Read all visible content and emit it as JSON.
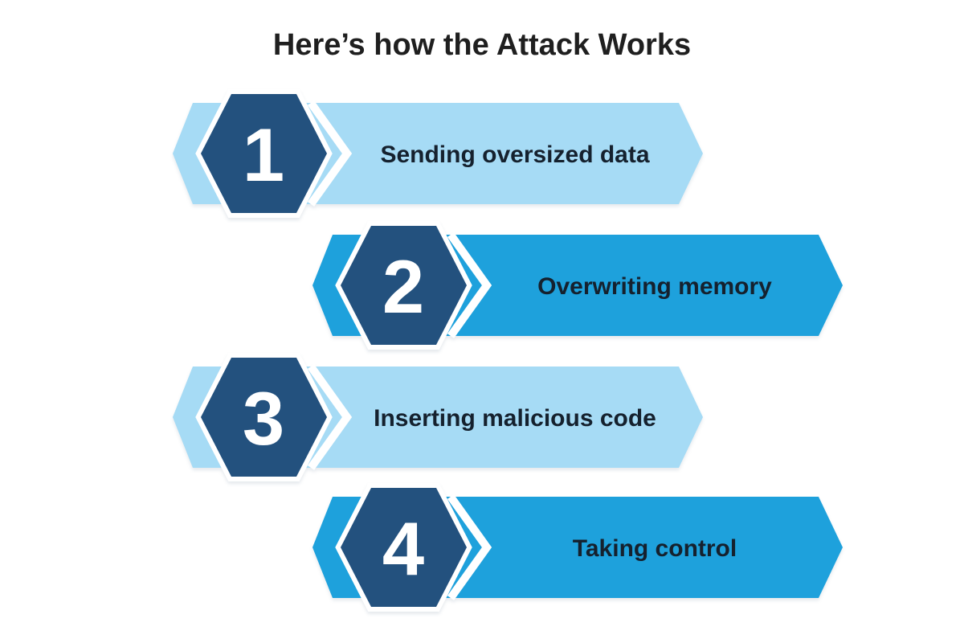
{
  "title": "Here’s how the Attack Works",
  "colors": {
    "background": "#ffffff",
    "banner_light": "#a6dbf5",
    "banner_medium": "#1ea1dc",
    "hexagon": "#23517e",
    "number_text": "#ffffff",
    "label_text": "#15212e",
    "title_text": "#1f1f1f"
  },
  "steps": [
    {
      "number": "1",
      "label": "Sending oversized data",
      "variant": "light"
    },
    {
      "number": "2",
      "label": "Overwriting memory",
      "variant": "medium"
    },
    {
      "number": "3",
      "label": "Inserting malicious code",
      "variant": "light"
    },
    {
      "number": "4",
      "label": "Taking control",
      "variant": "medium"
    }
  ]
}
